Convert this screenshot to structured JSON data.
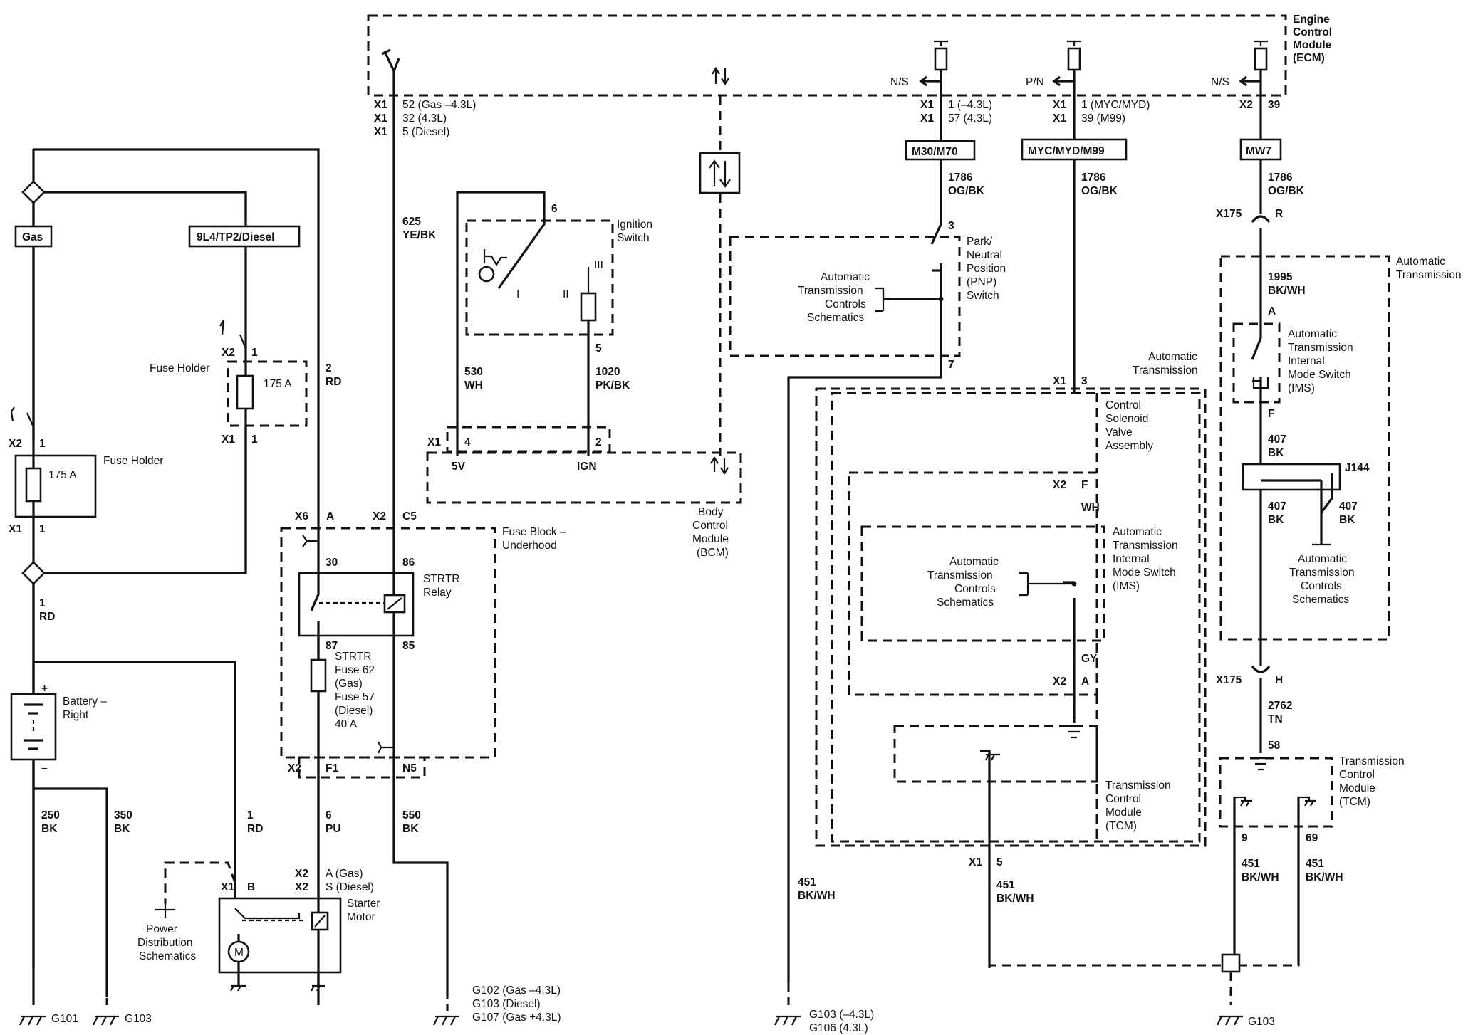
{
  "ecm": {
    "title": [
      "Engine",
      "Control",
      "Module",
      "(ECM)"
    ]
  },
  "bcm": {
    "title": [
      "Body",
      "Control",
      "Module",
      "(BCM)"
    ]
  },
  "fuse_block": {
    "title": [
      "Fuse Block –",
      "Underhood"
    ]
  },
  "ignition": {
    "title": [
      "Ignition",
      "Switch"
    ],
    "terminal_6": "6",
    "terminal_5": "5",
    "pos_roman_1": "I",
    "pos_roman_2": "II",
    "pos_roman_3": "III"
  },
  "left": {
    "gas_tag": "Gas",
    "diesel_tag": "9L4/TP2/Diesel",
    "fuse_holder_label": "Fuse Holder",
    "fuse_holder_label_2": "Fuse Holder",
    "fuse_amp_1": "175 A",
    "fuse_amp_2": "175 A",
    "x2_1a": "X2",
    "one_a": "1",
    "x1_1a": "X1",
    "one_b": "1",
    "x2_1b": "X2",
    "one_c": "1",
    "x1_1b": "X1",
    "one_d": "1",
    "wire_1_rd_num": "1",
    "wire_1_rd_color": "RD",
    "wire_2_rd_num": "2",
    "wire_2_rd_color": "RD",
    "battery_label": [
      "Battery –",
      "Right"
    ],
    "plus": "+",
    "minus": "–",
    "wire_250_num": "250",
    "wire_250_color": "BK",
    "wire_350_num": "350",
    "wire_350_color": "BK",
    "g101": "G101",
    "g103": "G103"
  },
  "ecm_start": {
    "x1_a": "X1",
    "x1_b": "X1",
    "x1_c": "X1",
    "pin_a": "52 (Gas –4.3L)",
    "pin_b": "32 (4.3L)",
    "pin_c": "5 (Diesel)",
    "wire_625_num": "625",
    "wire_625_color": "YE/BK"
  },
  "relay": {
    "x6": "X6",
    "a": "A",
    "x2": "X2",
    "c5": "C5",
    "t30": "30",
    "t86": "86",
    "t87": "87",
    "t85": "85",
    "label": [
      "STRTR",
      "Relay"
    ],
    "fuse_label": [
      "STRTR",
      "Fuse 62",
      "(Gas)",
      "Fuse 57",
      "(Diesel)",
      "40 A"
    ],
    "x2_bot": "X2",
    "f1": "F1",
    "n5": "N5"
  },
  "starter": {
    "wire_1_num": "1",
    "wire_1_color": "RD",
    "wire_6_num": "6",
    "wire_6_color": "PU",
    "wire_550_num": "550",
    "wire_550_color": "BK",
    "x2_a": "X2",
    "x2_b": "X2",
    "pin_a": "A (Gas)",
    "pin_b": "S (Diesel)",
    "x1": "X1",
    "b": "B",
    "label": [
      "Starter",
      "Motor"
    ],
    "motor": "M",
    "pds": [
      "Power",
      "Distribution",
      "Schematics"
    ],
    "grounds": [
      "G102 (Gas –4.3L)",
      "G103 (Diesel)",
      "G107 (Gas +4.3L)"
    ]
  },
  "ign_wires": {
    "w530_num": "530",
    "w530_color": "WH",
    "w1020_num": "1020",
    "w1020_color": "PK/BK",
    "x1": "X1",
    "p4": "4",
    "p2": "2",
    "v5": "5V",
    "ign": "IGN"
  },
  "pnp": {
    "ns_1": "N/S",
    "x1_a": "X1",
    "x1_b": "X1",
    "pin_a": "1 (–4.3L)",
    "pin_b": "57 (4.3L)",
    "tag": "M30/M70",
    "wire_num": "1786",
    "wire_color": "OG/BK",
    "t3": "3",
    "t7": "7",
    "label": [
      "Park/",
      "Neutral",
      "Position",
      "(PNP)",
      "Switch"
    ],
    "atcs": [
      "Automatic",
      "Transmission",
      "Controls",
      "Schematics"
    ],
    "wire_451_num": "451",
    "wire_451_color": "BK/WH",
    "grounds": [
      "G103 (–4.3L)",
      "G106 (4.3L)"
    ]
  },
  "center": {
    "pn": "P/N",
    "x1_a": "X1",
    "x1_b": "X1",
    "pin_a": "1 (MYC/MYD)",
    "pin_b": "39 (M99)",
    "tag": "MYC/MYD/M99",
    "wire_num": "1786",
    "wire_color": "OG/BK",
    "auto_trans": [
      "Automatic",
      "Transmission"
    ],
    "x1_3a": "X1",
    "x1_3b": "3",
    "csva": [
      "Control",
      "Solenoid",
      "Valve",
      "Assembly"
    ],
    "x2_f": "X2",
    "f": "F",
    "wh": "WH",
    "ims": [
      "Automatic",
      "Transmission",
      "Internal",
      "Mode Switch",
      "(IMS)"
    ],
    "atcs": [
      "Automatic",
      "Transmission",
      "Controls",
      "Schematics"
    ],
    "gy": "GY",
    "x2_a": "X2",
    "a": "A",
    "tcm": [
      "Transmission",
      "Control",
      "Module",
      "(TCM)"
    ],
    "x1_5a": "X1",
    "x1_5b": "5",
    "wire_451_num": "451",
    "wire_451_color": "BK/WH"
  },
  "right": {
    "ns": "N/S",
    "x2": "X2",
    "p39": "39",
    "tag": "MW7",
    "wire_num": "1786",
    "wire_color": "OG/BK",
    "x175_a": "X175",
    "r": "R",
    "auto_trans": [
      "Automatic",
      "Transmission"
    ],
    "w1995_num": "1995",
    "w1995_color": "BK/WH",
    "a": "A",
    "ims": [
      "Automatic",
      "Transmission",
      "Internal",
      "Mode Switch",
      "(IMS)"
    ],
    "f": "F",
    "w407_num": "407",
    "w407_color": "BK",
    "j144": "J144",
    "w407b_num": "407",
    "w407b_color": "BK",
    "w407c_num": "407",
    "w407c_color": "BK",
    "atcs": [
      "Automatic",
      "Transmission",
      "Controls",
      "Schematics"
    ],
    "x175_b": "X175",
    "h": "H",
    "w2762_num": "2762",
    "w2762_color": "TN",
    "p58": "58",
    "tcm": [
      "Transmission",
      "Control",
      "Module",
      "(TCM)"
    ],
    "p9": "9",
    "p69": "69",
    "w451a_num": "451",
    "w451a_color": "BK/WH",
    "w451b_num": "451",
    "w451b_color": "BK/WH",
    "g103": "G103"
  }
}
